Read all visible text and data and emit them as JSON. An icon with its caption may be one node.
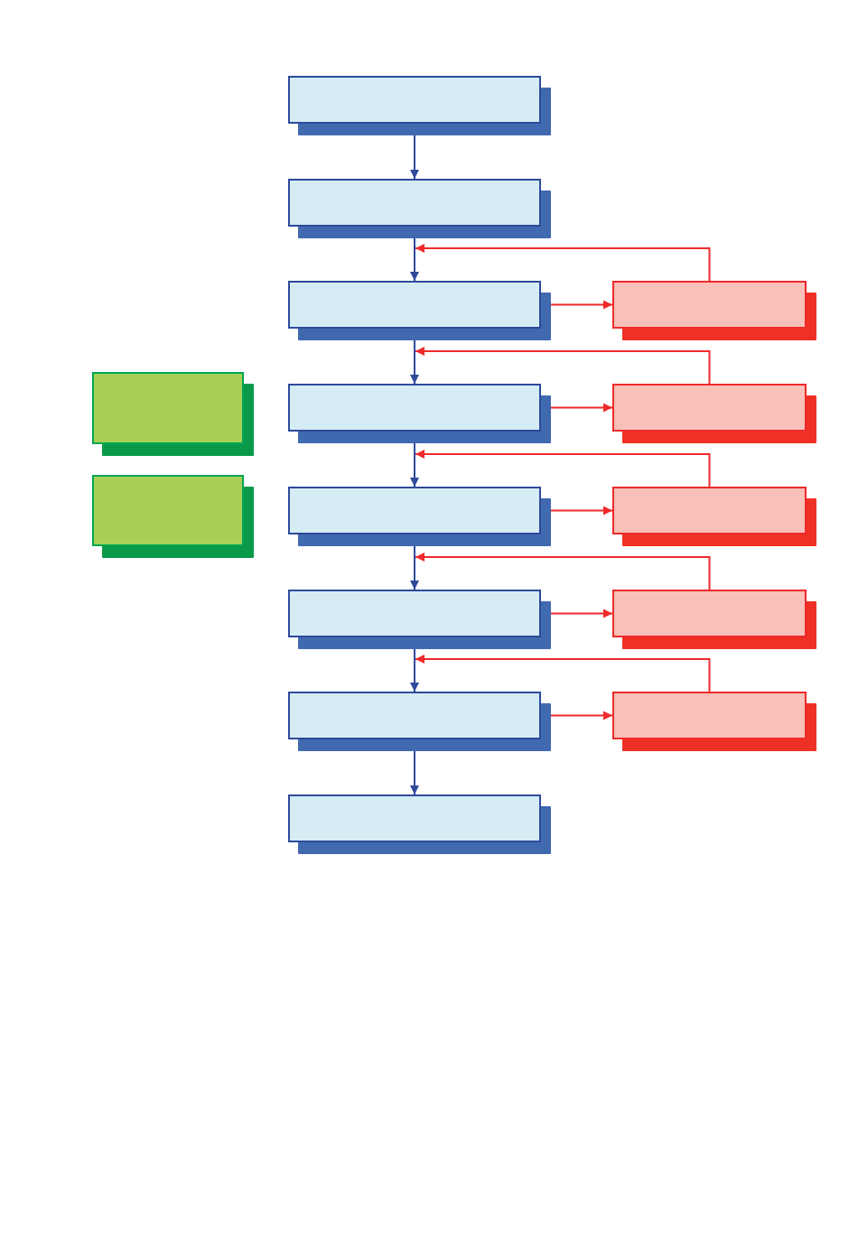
{
  "diagram": {
    "nodes": [
      {
        "text": [],
        "shape": "box"
      },
      {
        "text": [],
        "shape": "box"
      },
      {
        "text": [],
        "shape": "box"
      },
      {
        "text": [],
        "shape": "box"
      },
      {
        "text": [],
        "shape": "box"
      },
      {
        "text": [],
        "shape": "box"
      },
      {
        "text": [],
        "shape": "box"
      },
      {
        "text": [],
        "shape": "box"
      },
      {
        "text": [],
        "shape": "box"
      },
      {
        "text": [],
        "shape": "box"
      },
      {
        "text": [],
        "shape": "box"
      },
      {
        "text": [],
        "shape": "box"
      },
      {
        "text": [],
        "shape": "box"
      },
      {
        "text": [],
        "shape": "box"
      },
      {
        "text": [],
        "shape": "box"
      }
    ],
    "edges": [
      {
        "from": 0,
        "to": 1,
        "arrow": "to",
        "color": "#2e4a9b"
      },
      {
        "from": 1,
        "to": 2,
        "arrow": "to",
        "color": "#2e4a9b"
      },
      {
        "from": 2,
        "to": 3,
        "arrow": "to",
        "color": "#2e4a9b"
      },
      {
        "from": 3,
        "to": 4,
        "arrow": "to",
        "color": "#2e4a9b"
      },
      {
        "from": 4,
        "to": 5,
        "arrow": "to",
        "color": "#2e4a9b"
      },
      {
        "from": 5,
        "to": 6,
        "arrow": "to",
        "color": "#2e4a9b"
      },
      {
        "from": 6,
        "to": 7,
        "arrow": "to",
        "color": "#2e4a9b"
      },
      {
        "from": 2,
        "to": 8,
        "arrow": "to",
        "color": "#ee2a2a"
      },
      {
        "from": 3,
        "to": 9,
        "arrow": "to",
        "color": "#ee2a2a"
      },
      {
        "from": 4,
        "to": 10,
        "arrow": "to",
        "color": "#ee2a2a"
      },
      {
        "from": 5,
        "to": 11,
        "arrow": "to",
        "color": "#ee2a2a"
      },
      {
        "from": 6,
        "to": 12,
        "arrow": "to",
        "color": "#ee2a2a"
      },
      {
        "from": 8,
        "to": 2,
        "arrow": "to",
        "color": "#ee2a2a"
      },
      {
        "from": 9,
        "to": 3,
        "arrow": "to",
        "color": "#ee2a2a"
      },
      {
        "from": 10,
        "to": 4,
        "arrow": "to",
        "color": "#ee2a2a"
      },
      {
        "from": 11,
        "to": 5,
        "arrow": "to",
        "color": "#ee2a2a"
      },
      {
        "from": 12,
        "to": 6,
        "arrow": "to",
        "color": "#ee2a2a"
      }
    ]
  }
}
